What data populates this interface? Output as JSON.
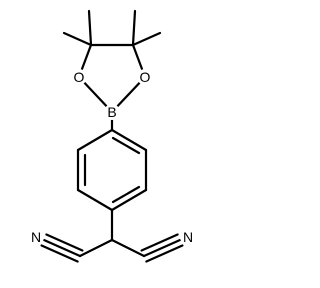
{
  "molecule": {
    "atoms": {
      "boron": "B",
      "oxygen_left": "O",
      "oxygen_right": "O",
      "nitrogen_left": "N",
      "nitrogen_right": "N"
    }
  },
  "colors": {
    "bond": "#000000",
    "text": "#000000",
    "background": "#ffffff"
  }
}
